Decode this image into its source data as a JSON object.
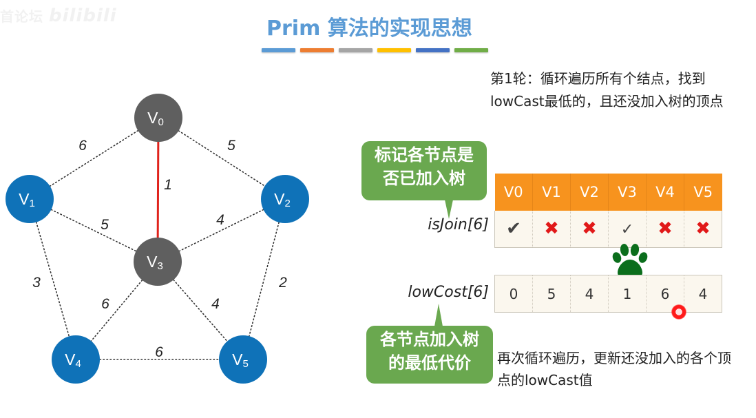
{
  "watermark": {
    "text": "首论坛",
    "logo": "bilibili"
  },
  "title": "Prim 算法的实现思想",
  "color_bars": [
    "#5b9bd5",
    "#ed7d31",
    "#a5a5a5",
    "#ffc000",
    "#4472c4",
    "#70ad47"
  ],
  "graph": {
    "nodes": [
      {
        "id": "v0",
        "label": "V",
        "sub": "0",
        "state": "joined"
      },
      {
        "id": "v1",
        "label": "V",
        "sub": "1",
        "state": "pending"
      },
      {
        "id": "v2",
        "label": "V",
        "sub": "2",
        "state": "pending"
      },
      {
        "id": "v3",
        "label": "V",
        "sub": "3",
        "state": "joined"
      },
      {
        "id": "v4",
        "label": "V",
        "sub": "4",
        "state": "pending"
      },
      {
        "id": "v5",
        "label": "V",
        "sub": "5",
        "state": "pending"
      }
    ],
    "edges": [
      {
        "from": "v0",
        "to": "v1",
        "weight": "6",
        "selected": false
      },
      {
        "from": "v0",
        "to": "v2",
        "weight": "5",
        "selected": false
      },
      {
        "from": "v0",
        "to": "v3",
        "weight": "1",
        "selected": true
      },
      {
        "from": "v1",
        "to": "v3",
        "weight": "5",
        "selected": false
      },
      {
        "from": "v2",
        "to": "v3",
        "weight": "4",
        "selected": false
      },
      {
        "from": "v1",
        "to": "v4",
        "weight": "3",
        "selected": false
      },
      {
        "from": "v2",
        "to": "v5",
        "weight": "2",
        "selected": false
      },
      {
        "from": "v3",
        "to": "v4",
        "weight": "6",
        "selected": false
      },
      {
        "from": "v3",
        "to": "v5",
        "weight": "4",
        "selected": false
      },
      {
        "from": "v4",
        "to": "v5",
        "weight": "6",
        "selected": false
      }
    ],
    "colors": {
      "joined": "#5f5f5f",
      "pending": "#0f72b8",
      "selected_edge": "#e0231c",
      "edge": "#333333"
    }
  },
  "description_top": "第1轮：循环遍历所有个结点，找到lowCast最低的，且还没加入树的顶点",
  "bubble_top": {
    "line1": "标记各节点是",
    "line2": "否已加入树"
  },
  "isjoin": {
    "label": "isJoin[6]",
    "headers": [
      "V0",
      "V1",
      "V2",
      "V3",
      "V4",
      "V5"
    ],
    "values": [
      {
        "symbol": "✔",
        "kind": "check"
      },
      {
        "symbol": "✖",
        "kind": "cross"
      },
      {
        "symbol": "✖",
        "kind": "cross"
      },
      {
        "symbol": "✓",
        "kind": "check"
      },
      {
        "symbol": "✖",
        "kind": "cross"
      },
      {
        "symbol": "✖",
        "kind": "cross"
      }
    ]
  },
  "lowcost": {
    "label": "lowCost[6]",
    "values": [
      "0",
      "5",
      "4",
      "1",
      "6",
      "4"
    ]
  },
  "bubble_bottom": {
    "line1": "各节点加入树",
    "line2": "的最低代价"
  },
  "description_bottom": "再次循环遍历，更新还没加入的各个顶点的lowCast值"
}
